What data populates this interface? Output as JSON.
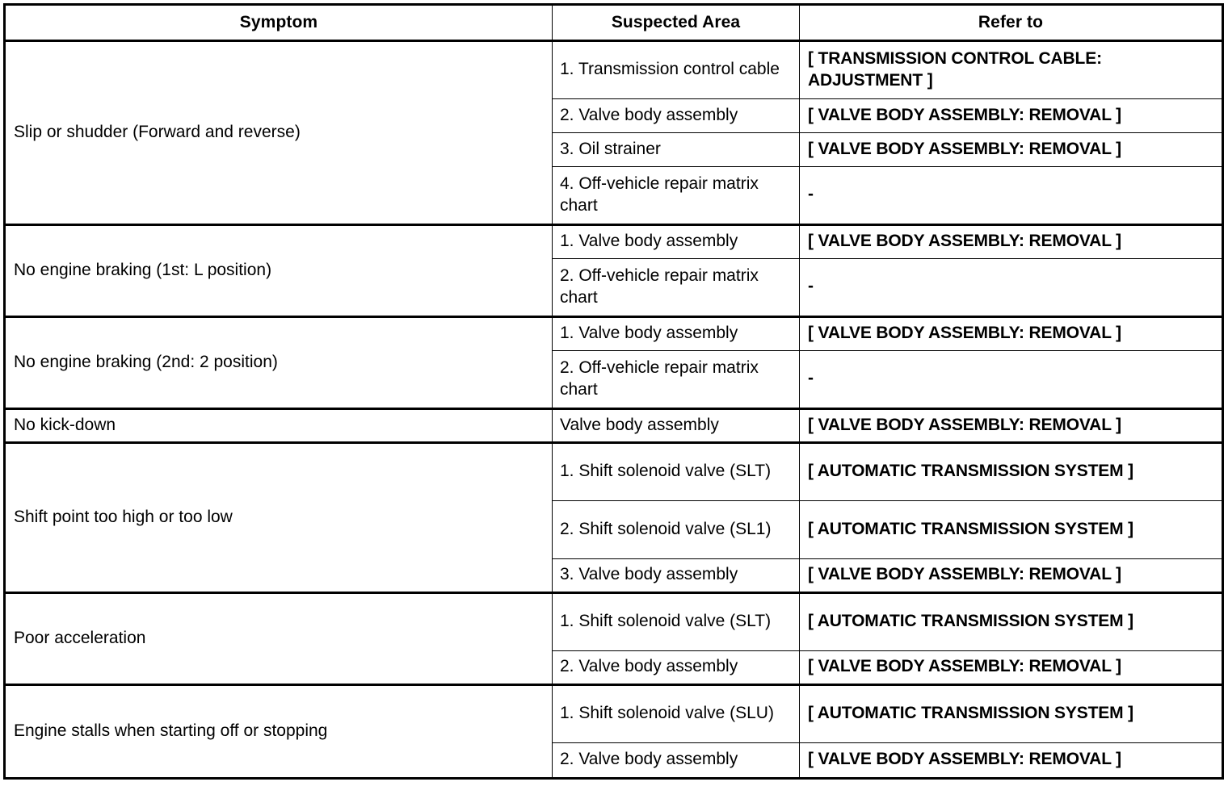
{
  "table": {
    "headers": {
      "symptom": "Symptom",
      "suspected_area": "Suspected Area",
      "refer_to": "Refer to"
    },
    "rows": [
      {
        "symptom": "Slip or shudder (Forward and reverse)",
        "items": [
          {
            "area": "1. Transmission control cable",
            "refer": "[ TRANSMISSION CONTROL CABLE: ADJUSTMENT ]"
          },
          {
            "area": "2. Valve body assembly",
            "refer": "[ VALVE BODY ASSEMBLY: REMOVAL ]"
          },
          {
            "area": "3. Oil strainer",
            "refer": "[ VALVE BODY ASSEMBLY: REMOVAL ]"
          },
          {
            "area": "4. Off-vehicle repair matrix chart",
            "refer": "-"
          }
        ]
      },
      {
        "symptom": "No engine braking (1st: L position)",
        "items": [
          {
            "area": "1. Valve body assembly",
            "refer": "[ VALVE BODY ASSEMBLY: REMOVAL ]"
          },
          {
            "area": "2. Off-vehicle repair matrix chart",
            "refer": "-"
          }
        ]
      },
      {
        "symptom": "No engine braking (2nd: 2 position)",
        "items": [
          {
            "area": "1. Valve body assembly",
            "refer": "[ VALVE BODY ASSEMBLY: REMOVAL ]"
          },
          {
            "area": "2. Off-vehicle repair matrix chart",
            "refer": "-"
          }
        ]
      },
      {
        "symptom": "No kick-down",
        "items": [
          {
            "area": "Valve body assembly",
            "refer": "[ VALVE BODY ASSEMBLY: REMOVAL ]"
          }
        ]
      },
      {
        "symptom": "Shift point too high or too low",
        "items": [
          {
            "area": "1. Shift solenoid valve (SLT)",
            "refer": "[ AUTOMATIC TRANSMISSION SYSTEM ]"
          },
          {
            "area": "2. Shift solenoid valve (SL1)",
            "refer": "[ AUTOMATIC TRANSMISSION SYSTEM ]"
          },
          {
            "area": "3. Valve body assembly",
            "refer": "[ VALVE BODY ASSEMBLY: REMOVAL ]"
          }
        ]
      },
      {
        "symptom": "Poor acceleration",
        "items": [
          {
            "area": "1. Shift solenoid valve (SLT)",
            "refer": "[ AUTOMATIC TRANSMISSION SYSTEM ]"
          },
          {
            "area": "2. Valve body assembly",
            "refer": "[ VALVE BODY ASSEMBLY: REMOVAL ]"
          }
        ]
      },
      {
        "symptom": "Engine stalls when starting off or stopping",
        "items": [
          {
            "area": "1. Shift solenoid valve (SLU)",
            "refer": "[ AUTOMATIC TRANSMISSION SYSTEM ]"
          },
          {
            "area": "2. Valve body assembly",
            "refer": "[ VALVE BODY ASSEMBLY: REMOVAL ]"
          }
        ]
      }
    ],
    "row_heights": [
      [
        72,
        42,
        42,
        72
      ],
      [
        42,
        72
      ],
      [
        42,
        72
      ],
      [
        42
      ],
      [
        72,
        72,
        42
      ],
      [
        72,
        42
      ],
      [
        72,
        44
      ]
    ]
  }
}
